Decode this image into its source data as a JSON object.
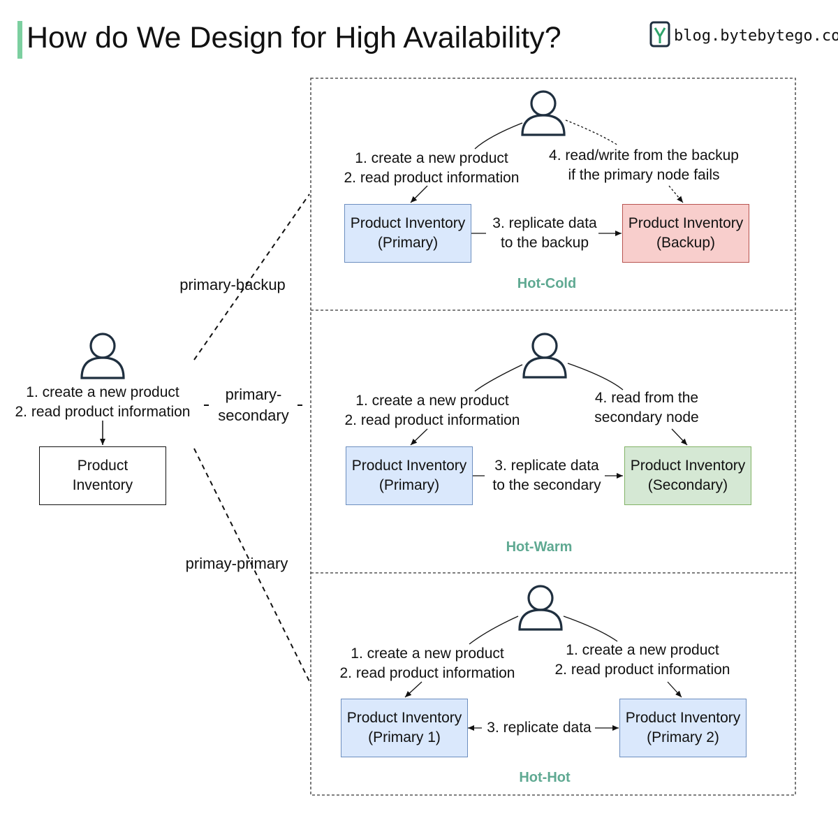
{
  "header": {
    "title": "How do We Design for High Availability?",
    "brand": "blog.bytebytego.com",
    "accent_color": "#7ccfa0"
  },
  "client": {
    "label_line1": "1. create a new product",
    "label_line2": "2. read product information",
    "box_line1": "Product",
    "box_line2": "Inventory",
    "icon": "user-icon"
  },
  "connectors": {
    "primary_backup": "primary-backup",
    "primary_secondary_line1": "primary-",
    "primary_secondary_line2": "secondary",
    "primary_primary": "primay-primary"
  },
  "panels": {
    "hot_cold": {
      "caption": "Hot-Cold",
      "left_label_line1": "1. create a new product",
      "left_label_line2": "2. read product information",
      "right_label_line1": "4. read/write from the backup",
      "right_label_line2": "if the primary node fails",
      "replicate_line1": "3. replicate data",
      "replicate_line2": "to the backup",
      "primary_line1": "Product Inventory",
      "primary_line2": "(Primary)",
      "backup_line1": "Product Inventory",
      "backup_line2": "(Backup)",
      "backup_color": "#f8cecc"
    },
    "hot_warm": {
      "caption": "Hot-Warm",
      "left_label_line1": "1. create a new product",
      "left_label_line2": "2. read product information",
      "right_label_line1": "4. read from the",
      "right_label_line2": "secondary node",
      "replicate_line1": "3. replicate data",
      "replicate_line2": "to the secondary",
      "primary_line1": "Product Inventory",
      "primary_line2": "(Primary)",
      "secondary_line1": "Product Inventory",
      "secondary_line2": "(Secondary)",
      "secondary_color": "#d5e8d4"
    },
    "hot_hot": {
      "caption": "Hot-Hot",
      "left_label_line1": "1. create a new product",
      "left_label_line2": "2. read product information",
      "right_label_line1": "1. create a new product",
      "right_label_line2": "2. read product information",
      "replicate_line1": "3. replicate data",
      "primary1_line1": "Product Inventory",
      "primary1_line2": "(Primary 1)",
      "primary2_line1": "Product Inventory",
      "primary2_line2": "(Primary 2)",
      "primary_color": "#dae8fc"
    }
  }
}
